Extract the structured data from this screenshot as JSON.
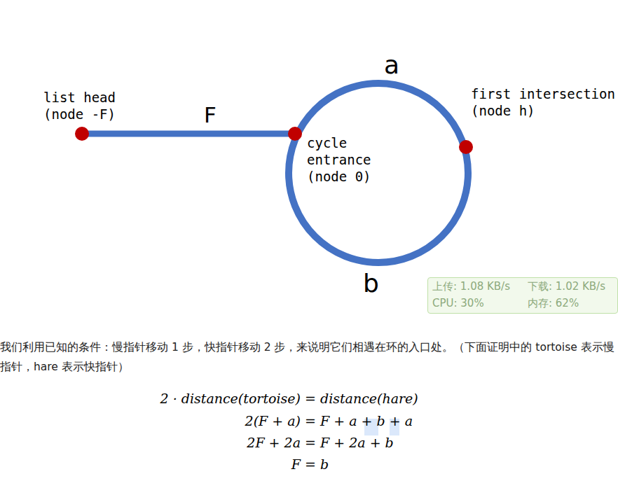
{
  "diagram": {
    "nodes": [
      {
        "text": [
          "上传: 1.08 KB/s",
          "下载: 1.02 KB/s",
          "CPU: 30%",
          "内存: 62%"
        ]
      }
    ],
    "edges": [],
    "labels": [
      "a",
      "list head (node -F)",
      "F",
      "first intersection (node h)",
      "cycle entrance (node 0)",
      "b",
      "我们利用已知的条件：慢指针移动 1 步，快指针移动 2 步，来说明它们相遇在环的入口处。（下面证明中的 tortoise 表示慢指针，hare 表示快指针）",
      "2 · distance(tortoise) = distance(hare)",
      "2(F + a) = F + a + b + a",
      "2F + 2a = F + 2a + b",
      "F = b"
    ]
  }
}
